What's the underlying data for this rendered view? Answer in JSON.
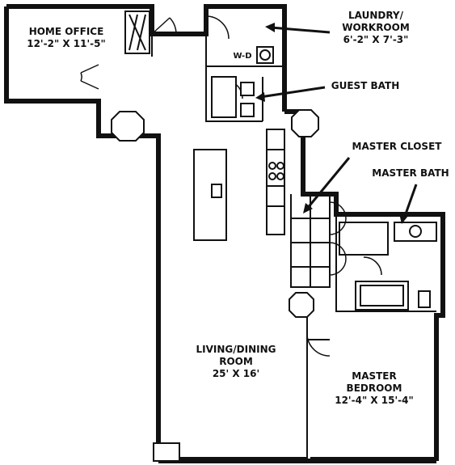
{
  "rooms": {
    "home_office": {
      "name": "HOME OFFICE",
      "dims": "12'-2\" X 11'-5\""
    },
    "laundry": {
      "name_line1": "LAUNDRY/",
      "name_line2": "WORKROOM",
      "dims": "6'-2\" X 7'-3\""
    },
    "guest_bath": {
      "name": "GUEST BATH"
    },
    "master_closet": {
      "name": "MASTER CLOSET"
    },
    "master_bath": {
      "name": "MASTER BATH"
    },
    "living_dining": {
      "name_line1": "LIVING/DINING",
      "name_line2": "ROOM",
      "dims": "25' X 16'"
    },
    "master_bedroom": {
      "name_line1": "MASTER",
      "name_line2": "BEDROOM",
      "dims": "12'-4\" X 15'-4\""
    }
  },
  "fixtures": {
    "washer_dryer": "W-D"
  }
}
